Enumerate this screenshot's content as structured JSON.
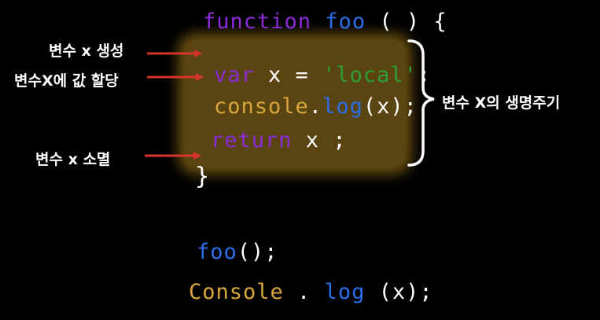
{
  "code": {
    "header": {
      "keyword": "function",
      "name": "foo",
      "parens": "( )",
      "brace_open": "{"
    },
    "body": {
      "line1": {
        "keyword": "var",
        "rest": " x = ",
        "string": "'local'",
        "end": ";"
      },
      "line2": {
        "object": "console",
        "dot": ".",
        "method": "log",
        "args": "(x);"
      },
      "line3": {
        "keyword": "return",
        "rest": " x ;"
      }
    },
    "brace_close": "}",
    "after": {
      "call": {
        "name": "foo",
        "rest": "();"
      },
      "log": {
        "object": "Console",
        "dot": " . ",
        "method": "log",
        "args": " (x);"
      }
    }
  },
  "annotations": {
    "declare": "변수 x 생성",
    "assign": "변수X에 값 할당",
    "destroy": "변수 x 소멸",
    "lifecycle": "변수 X의 생명주기"
  },
  "colors": {
    "keyword": "#8a2bd6",
    "function": "#2a6fe8",
    "string": "#2f9e32",
    "console": "#d8a63c",
    "arrow": "#d9332b",
    "highlight": "#5a4411"
  }
}
